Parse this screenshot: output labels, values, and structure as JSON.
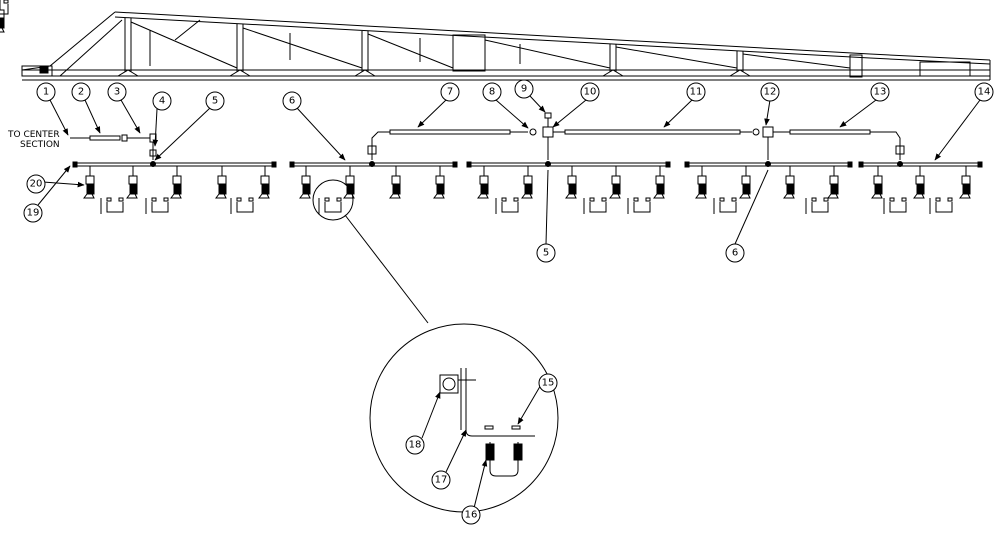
{
  "diagram": {
    "section_label": [
      "TO CENTER",
      "SECTION"
    ],
    "callouts": [
      "1",
      "2",
      "3",
      "4",
      "5",
      "6",
      "7",
      "8",
      "9",
      "10",
      "11",
      "12",
      "13",
      "14",
      "5",
      "6",
      "15",
      "16",
      "17",
      "18",
      "19",
      "20"
    ]
  }
}
